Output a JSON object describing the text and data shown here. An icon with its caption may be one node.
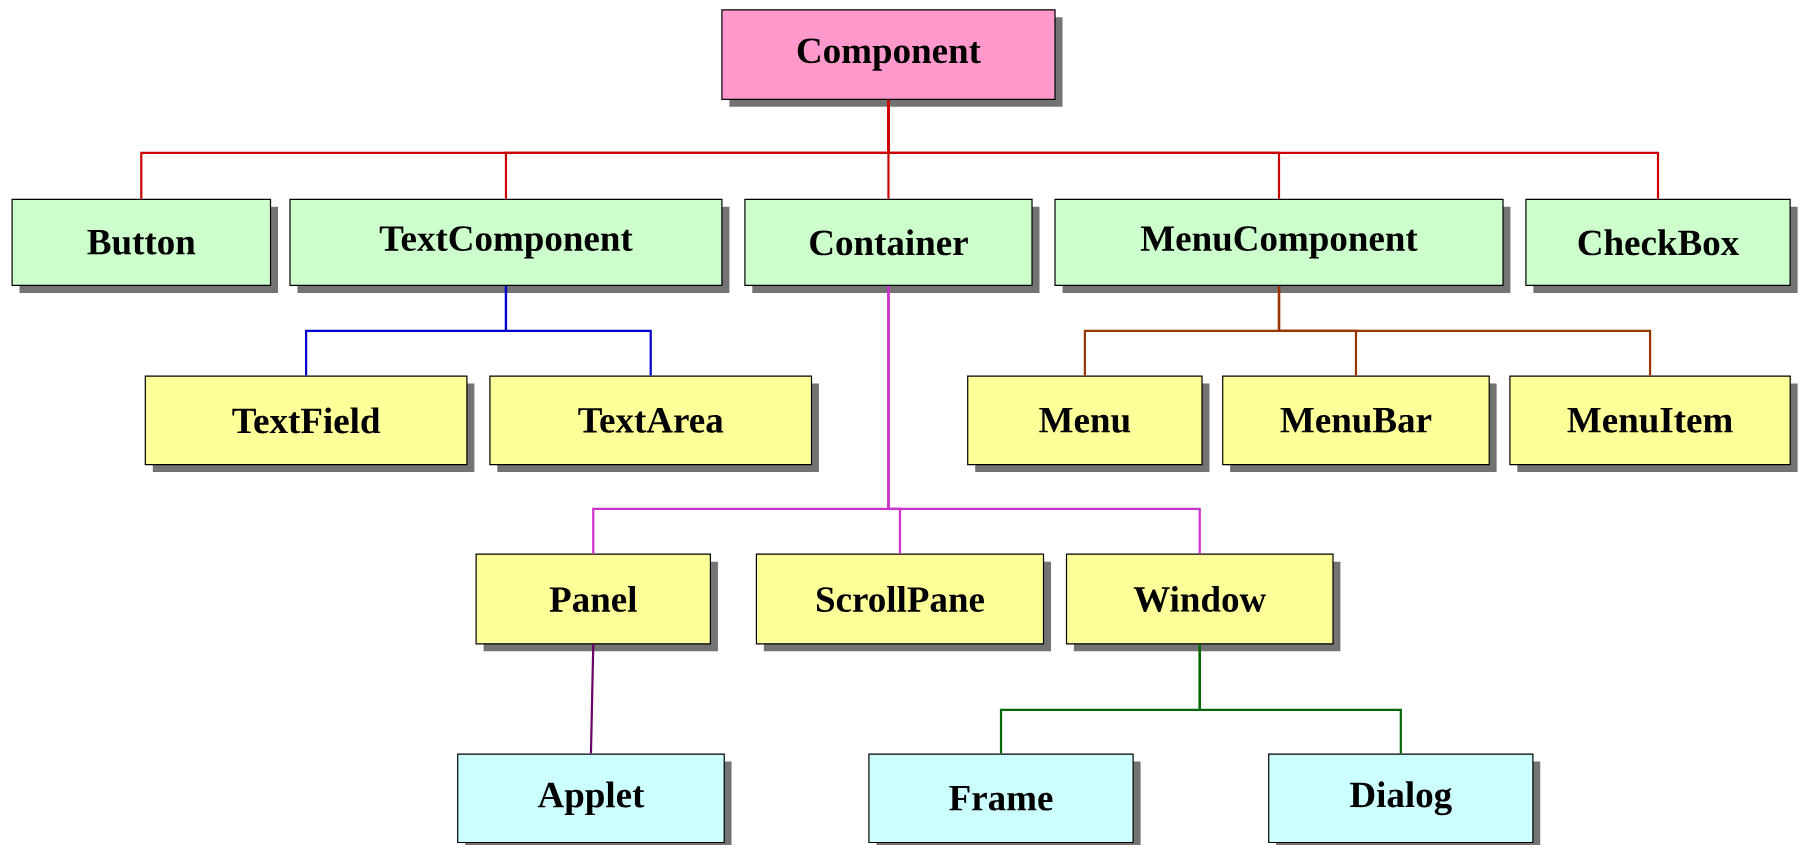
{
  "diagram": {
    "nodes": [
      {
        "text": [
          "Component"
        ]
      },
      {
        "text": [
          "Button"
        ]
      },
      {
        "text": [
          "TextComponent"
        ]
      },
      {
        "text": [
          "Container"
        ]
      },
      {
        "text": [
          "MenuComponent"
        ]
      },
      {
        "text": [
          "CheckBox"
        ]
      },
      {
        "text": [
          "TextField"
        ]
      },
      {
        "text": [
          "TextArea"
        ]
      },
      {
        "text": [
          "Menu"
        ]
      },
      {
        "text": [
          "MenuBar"
        ]
      },
      {
        "text": [
          "MenuItem"
        ]
      },
      {
        "text": [
          "Panel"
        ]
      },
      {
        "text": [
          "ScrollPane"
        ]
      },
      {
        "text": [
          "Window"
        ]
      },
      {
        "text": [
          "Applet"
        ]
      },
      {
        "text": [
          "Frame"
        ]
      },
      {
        "text": [
          "Dialog"
        ]
      }
    ],
    "edges": [
      {
        "from": 0,
        "to": 1,
        "arrow": "none"
      },
      {
        "from": 0,
        "to": 2,
        "arrow": "none"
      },
      {
        "from": 0,
        "to": 3,
        "arrow": "none"
      },
      {
        "from": 0,
        "to": 4,
        "arrow": "none"
      },
      {
        "from": 0,
        "to": 5,
        "arrow": "none"
      },
      {
        "from": 2,
        "to": 6,
        "arrow": "none",
        "color": "#0000cc"
      },
      {
        "from": 2,
        "to": 7,
        "arrow": "none",
        "color": "#0000cc"
      },
      {
        "from": 4,
        "to": 8,
        "arrow": "none",
        "color": "#993300"
      },
      {
        "from": 4,
        "to": 9,
        "arrow": "none",
        "color": "#993300"
      },
      {
        "from": 4,
        "to": 10,
        "arrow": "none",
        "color": "#993300"
      },
      {
        "from": 3,
        "to": 11,
        "arrow": "none",
        "color": "#cc33cc"
      },
      {
        "from": 3,
        "to": 12,
        "arrow": "none",
        "color": "#cc33cc"
      },
      {
        "from": 3,
        "to": 13,
        "arrow": "none",
        "color": "#cc33cc"
      },
      {
        "from": 11,
        "to": 14,
        "arrow": "none",
        "color": "#660066"
      },
      {
        "from": 13,
        "to": 15,
        "arrow": "none",
        "color": "#006600"
      },
      {
        "from": 13,
        "to": 16,
        "arrow": "none",
        "color": "#006600"
      }
    ]
  }
}
